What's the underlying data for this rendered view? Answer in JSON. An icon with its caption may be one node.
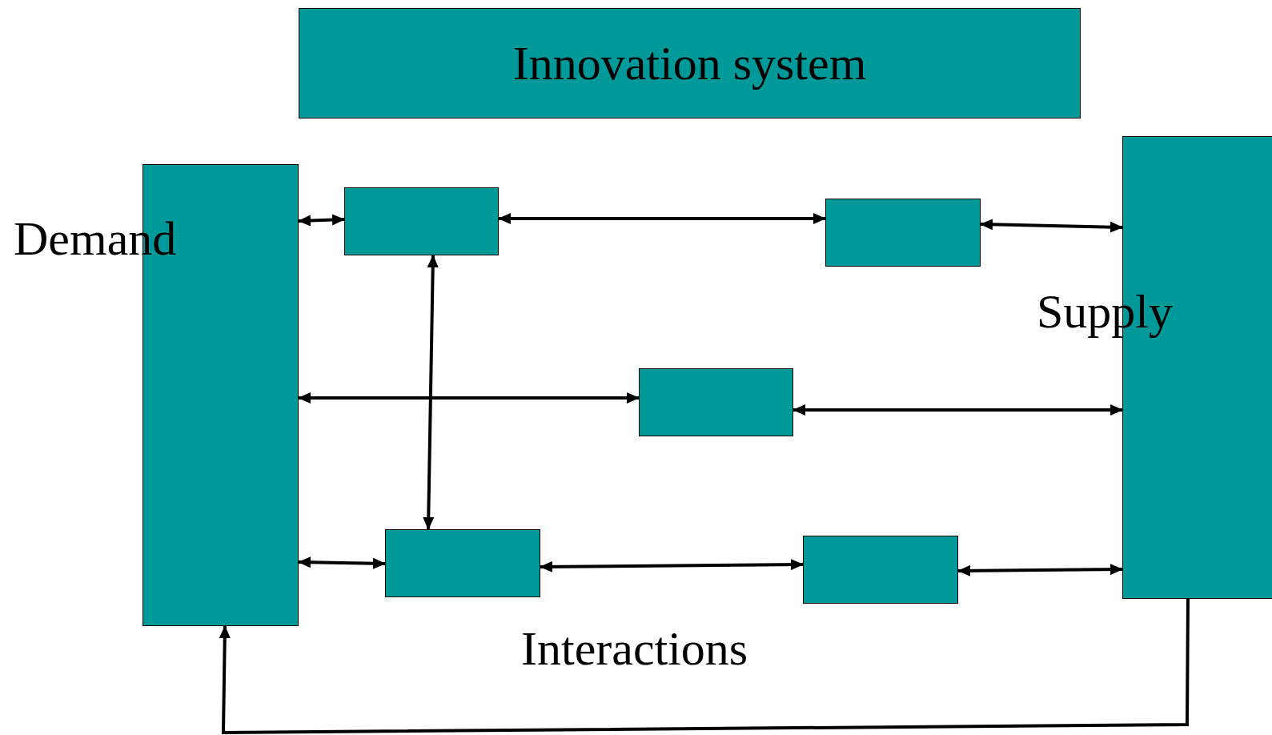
{
  "diagram": {
    "nodes": [
      {
        "text": [
          "Innovation system"
        ]
      },
      {
        "text": [
          "Demand"
        ]
      },
      {
        "text": [],
        "shape": "box"
      },
      {
        "text": [],
        "shape": "box"
      },
      {
        "text": [
          "Supply"
        ]
      },
      {
        "text": [],
        "shape": "box"
      },
      {
        "text": [],
        "shape": "box"
      },
      {
        "text": [],
        "shape": "box"
      }
    ],
    "edges": [
      {
        "from": 1,
        "to": 2,
        "arrow": "both"
      },
      {
        "from": 2,
        "to": 3,
        "arrow": "both"
      },
      {
        "from": 3,
        "to": 4,
        "arrow": "both"
      },
      {
        "from": 1,
        "to": 5,
        "arrow": "both"
      },
      {
        "from": 5,
        "to": 4,
        "arrow": "both"
      },
      {
        "from": 2,
        "to": 6,
        "arrow": "both"
      },
      {
        "from": 1,
        "to": 6,
        "arrow": "both"
      },
      {
        "from": 6,
        "to": 7,
        "arrow": "both"
      },
      {
        "from": 7,
        "to": 4,
        "arrow": "both"
      },
      {
        "from": 4,
        "to": 1,
        "arrow": "to"
      }
    ],
    "labels": [
      "Interactions"
    ]
  }
}
